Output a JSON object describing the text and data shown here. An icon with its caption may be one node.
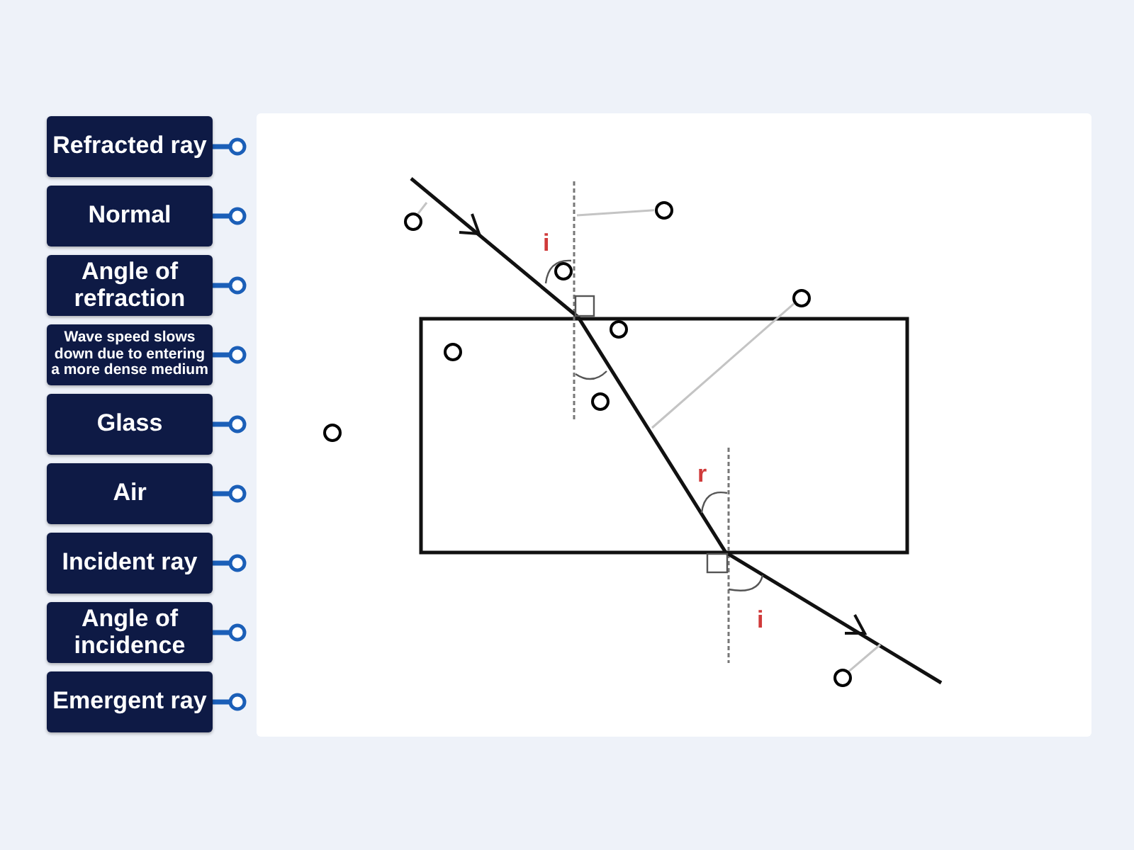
{
  "diagram": {
    "nodes": [
      {
        "text": [
          "Refracted ray"
        ]
      },
      {
        "text": [
          "Normal"
        ]
      },
      {
        "text": [
          "Angle of refraction"
        ]
      },
      {
        "text": [
          "Wave speed slows down due to entering a more dense medium"
        ]
      },
      {
        "text": [
          "Glass"
        ]
      },
      {
        "text": [
          "Air"
        ]
      },
      {
        "text": [
          "Incident ray"
        ]
      },
      {
        "text": [
          "Angle of incidence"
        ]
      },
      {
        "text": [
          "Emergent ray"
        ]
      },
      {
        "text": [],
        "shape": "circle"
      },
      {
        "text": [],
        "shape": "circle"
      },
      {
        "text": [],
        "shape": "circle"
      },
      {
        "text": [],
        "shape": "circle"
      },
      {
        "text": [],
        "shape": "circle"
      },
      {
        "text": [],
        "shape": "circle"
      },
      {
        "text": [],
        "shape": "circle"
      },
      {
        "text": [],
        "shape": "circle"
      },
      {
        "text": [],
        "shape": "circle"
      }
    ],
    "edges": [
      {
        "from": 9,
        "to": null,
        "arrow": "none"
      },
      {
        "from": 10,
        "to": null,
        "arrow": "none"
      },
      {
        "from": 12,
        "to": null,
        "arrow": "none"
      },
      {
        "from": 17,
        "to": null,
        "arrow": "none"
      }
    ],
    "labels": [
      "i",
      "r",
      "i"
    ]
  }
}
